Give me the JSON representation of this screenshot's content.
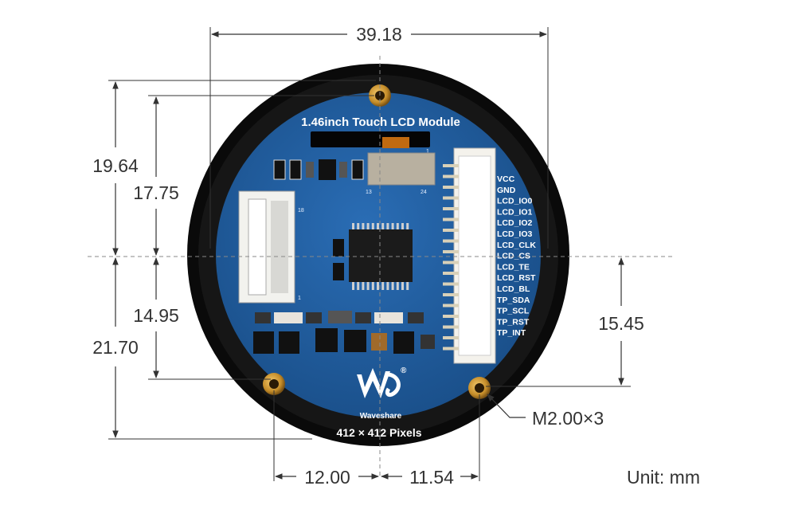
{
  "module": {
    "title": "1.46inch Touch LCD Module",
    "resolution": "412 × 412 Pixels",
    "brand": "Waveshare",
    "registered_mark": "®",
    "pins": [
      "VCC",
      "GND",
      "LCD_IO0",
      "LCD_IO1",
      "LCD_IO2",
      "LCD_IO3",
      "LCD_CLK",
      "LCD_CS",
      "LCD_TE",
      "LCD_RST",
      "LCD_BL",
      "TP_SDA",
      "TP_SCL",
      "TP_RST",
      "TP_INT"
    ],
    "silk": {
      "pin1": "1",
      "pin13": "13",
      "pin24": "24",
      "fpc18": "18",
      "fpc1": "1"
    }
  },
  "dimensions": {
    "width": "39.18",
    "top_outer": "19.64",
    "top_hole": "17.75",
    "bottom_outer": "21.70",
    "bottom_hole": "14.95",
    "right_hole": "15.45",
    "left_hole_offset": "12.00",
    "right_hole_offset": "11.54",
    "hole_spec": "M2.00×3"
  },
  "unit": "Unit: mm",
  "colors": {
    "pcb": "#1f5a9a",
    "bezel": "#0a0a0a",
    "dim_line": "#333333",
    "gold": "#c58d2a"
  }
}
